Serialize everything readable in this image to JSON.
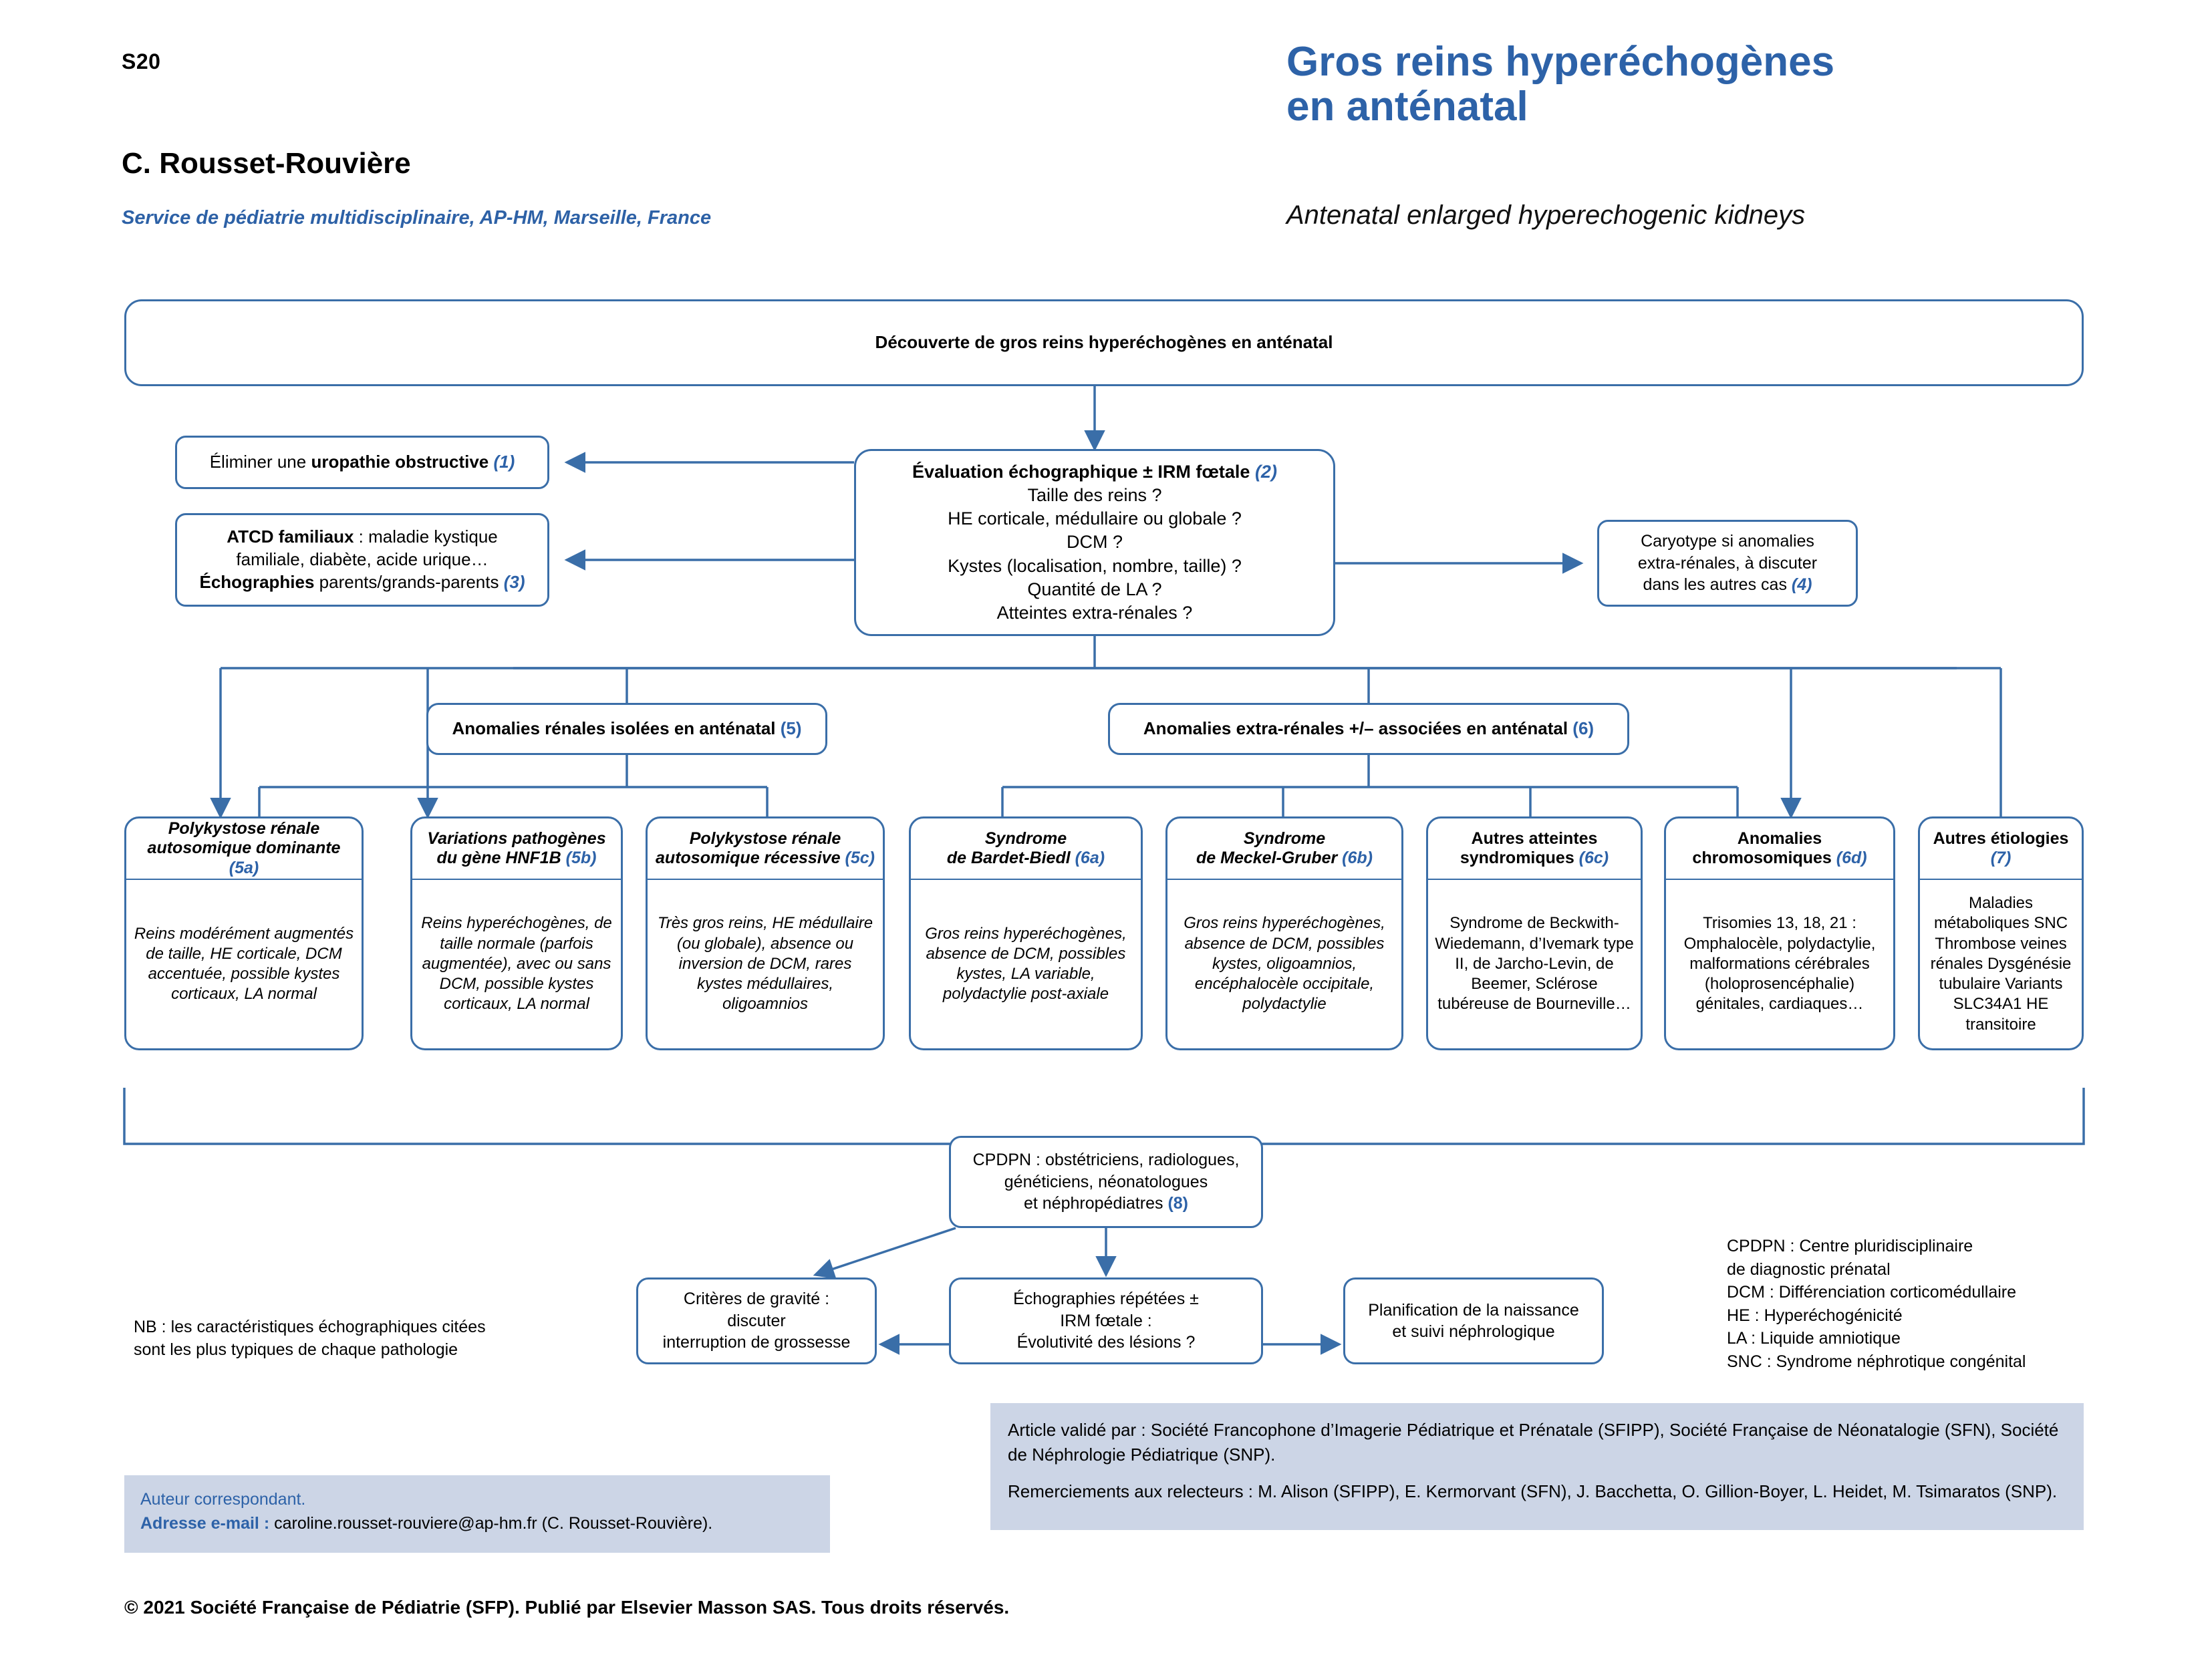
{
  "header": {
    "page_number": "S20",
    "author": "C. Rousset-Rouvière",
    "affiliation": "Service de pédiatrie multidisciplinaire, AP-HM, Marseille, France",
    "title_fr_line1": "Gros reins hyperéchogènes",
    "title_fr_line2": "en anténatal",
    "title_en": "Antenatal enlarged hyperechogenic kidneys",
    "accent_color": "#2d62a8",
    "box_border_color": "#3a6ea8"
  },
  "flow": {
    "discovery": "Découverte de gros reins hyperéchogènes en anténatal",
    "uropathie": {
      "prefix": "Éliminer une ",
      "strong": "uropathie obstructive",
      "ref": "(1)"
    },
    "atcd": {
      "line1_strong": "ATCD familiaux",
      "line1_rest": " : maladie kystique",
      "line2": "familiale, diabète, acide urique…",
      "line3_strong": "Échographies",
      "line3_rest": " parents/grands-parents ",
      "ref": "(3)"
    },
    "evaluation": {
      "title": "Évaluation échographique ± IRM fœtale",
      "ref": "(2)",
      "questions": [
        "Taille des reins ?",
        "HE corticale, médullaire ou globale ?",
        "DCM ?",
        "Kystes (localisation, nombre, taille) ?",
        "Quantité de LA ?",
        "Atteintes extra-rénales ?"
      ]
    },
    "caryotype": {
      "line1": "Caryotype si anomalies",
      "line2": "extra-rénales, à discuter",
      "line3": "dans les autres cas ",
      "ref": "(4)"
    },
    "group_isolees": {
      "label": "Anomalies rénales isolées en anténatal ",
      "ref": "(5)"
    },
    "group_extra": {
      "label": "Anomalies extra-rénales +/– associées en anténatal ",
      "ref": "(6)"
    }
  },
  "cards": [
    {
      "id": "adpkd",
      "title_line1": "Polykystose rénale",
      "title_line2": "autosomique dominante ",
      "ref": "(5a)",
      "body": "Reins modérément augmentés de taille, HE corticale, DCM accentuée, possible kystes corticaux, LA normal",
      "italic": true
    },
    {
      "id": "hnf1b",
      "title_line1": "Variations pathogènes",
      "title_line2": "du gène HNF1B ",
      "ref": "(5b)",
      "body": "Reins hyperéchogènes, de taille normale (parfois augmentée), avec ou sans DCM, possible kystes corticaux, LA normal",
      "italic": true
    },
    {
      "id": "arpkd",
      "title_line1": "Polykystose rénale",
      "title_line2": "autosomique récessive ",
      "ref": "(5c)",
      "body": "Très gros reins, HE médullaire (ou globale), absence ou inversion de DCM, rares kystes médullaires, oligoamnios",
      "italic": true
    },
    {
      "id": "bardet",
      "title_line1": "Syndrome",
      "title_line2": "de Bardet-Biedl ",
      "ref": "(6a)",
      "body": "Gros reins hyperéchogènes, absence de DCM, possibles kystes, LA variable, polydactylie post-axiale",
      "italic": true
    },
    {
      "id": "meckel",
      "title_line1": "Syndrome",
      "title_line2": "de Meckel-Gruber ",
      "ref": "(6b)",
      "body": "Gros reins hyperéchogènes, absence de DCM, possibles kystes, oligoamnios, encéphalocèle occipitale, polydactylie",
      "italic": true
    },
    {
      "id": "autres-synd",
      "title_line1": "Autres atteintes",
      "title_line2": "syndromiques ",
      "ref": "(6c)",
      "body": "Syndrome de Beckwith-Wiedemann, d’Ivemark type II, de Jarcho-Levin, de Beemer, Sclérose tubéreuse de Bourneville…",
      "italic": false
    },
    {
      "id": "chromo",
      "title_line1": "Anomalies",
      "title_line2": "chromosomiques ",
      "ref": "(6d)",
      "body": "Trisomies 13, 18, 21 : Omphalocèle, polydactylie, malformations cérébrales (holoprosencéphalie) génitales, cardiaques…",
      "italic": false
    },
    {
      "id": "etio",
      "title_line1": "Autres étiologies ",
      "title_line2": "",
      "ref": "(7)",
      "body": "Maladies métaboliques SNC Thrombose veines rénales Dysgénésie tubulaire Variants SLC34A1 HE transitoire",
      "italic": false
    }
  ],
  "bottom": {
    "cpdpn": {
      "line1": "CPDPN : obstétriciens, radiologues,",
      "line2": "généticiens, néonatologues",
      "line3": "et néphropédiatres ",
      "ref": "(8)"
    },
    "criteres": {
      "line1": "Critères de gravité :",
      "line2": "discuter",
      "line3": "interruption de grossesse"
    },
    "echographies": {
      "line1": "Échographies répétées ±",
      "line2": "IRM fœtale :",
      "line3": "Évolutivité des lésions ?"
    },
    "planification": {
      "line1": "Planification de la naissance",
      "line2": "et suivi néphrologique"
    }
  },
  "notes": {
    "nb_line1": "NB : les caractéristiques échographiques citées",
    "nb_line2": "sont les plus typiques de chaque pathologie",
    "legend": [
      "CPDPN : Centre pluridisciplinaire",
      "de diagnostic prénatal",
      "DCM : Différenciation corticomédullaire",
      "HE : Hyperéchogénicité",
      "LA : Liquide amniotique",
      "SNC : Syndrome néphrotique congénital"
    ]
  },
  "footer": {
    "author_label": "Auteur correspondant.",
    "email_label": "Adresse e-mail :",
    "email_value": " caroline.rousset-rouviere@ap-hm.fr (C. Rousset-Rouvière).",
    "validation_p1": "Article validé par : Société Francophone d’Imagerie Pédiatrique et Prénatale (SFIPP), Société Française de Néonatalogie (SFN), Société de Néphrologie Pédiatrique (SNP).",
    "validation_p2": "Remerciements aux relecteurs : M. Alison (SFIPP), E. Kermorvant (SFN), J. Bacchetta, O. Gillion-Boyer, L. Heidet, M. Tsimaratos (SNP).",
    "copyright": "© 2021 Société Française de Pédiatrie (SFP). Publié par Elsevier Masson SAS. Tous droits réservés."
  }
}
